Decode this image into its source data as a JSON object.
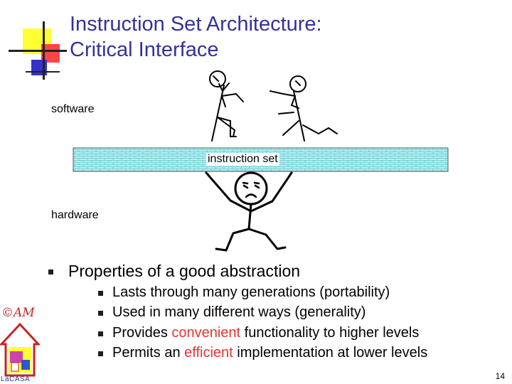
{
  "slide": {
    "title_line1": "Instruction Set Architecture:",
    "title_line2": "Critical Interface",
    "labels": {
      "software": "software",
      "instruction_set": "instruction set",
      "hardware": "hardware"
    },
    "main_bullet": "Properties of a good abstraction",
    "sub_bullets": [
      {
        "text": "Lasts through many generations (portability)"
      },
      {
        "text": "Used in many different ways (generality)"
      },
      {
        "before": "Provides ",
        "highlight": "convenient",
        "after": "  functionality to higher levels"
      },
      {
        "before": "Permits an ",
        "highlight": "efficient",
        "after": " implementation at lower levels"
      }
    ],
    "logo_top": "©AM",
    "logo_bottom": "LaCASA",
    "page_number": "14"
  },
  "colors": {
    "title": "#333399",
    "highlight": "#e8332f",
    "bar_fill": "#b3f0f3",
    "deco_yellow": "#ffff33",
    "deco_red": "#ff4444",
    "deco_blue": "#3333cc"
  }
}
